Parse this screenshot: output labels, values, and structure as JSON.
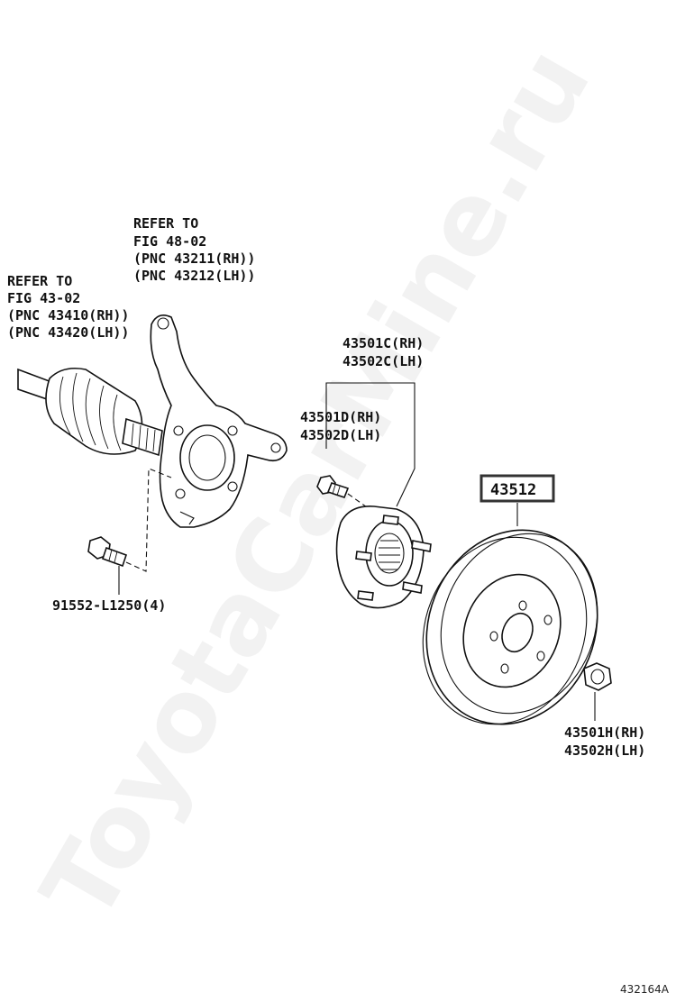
{
  "watermark": "ToyotaCarMine.ru",
  "labels": {
    "refer_48_line1": "REFER TO",
    "refer_48_line2": "FIG 48-02",
    "refer_48_line3": "(PNC 43211(RH))",
    "refer_48_line4": "(PNC 43212(LH))",
    "refer_43_line1": "REFER TO",
    "refer_43_line2": "FIG 43-02",
    "refer_43_line3": "(PNC 43410(RH))",
    "refer_43_line4": "(PNC 43420(LH))",
    "hub_rh": "43501C(RH)",
    "hub_lh": "43502C(LH)",
    "bolt_rh": "43501D(RH)",
    "bolt_lh": "43502D(LH)",
    "disc": "43512",
    "knuckle_bolt": "91552-L1250(4)",
    "nut_rh": "43501H(RH)",
    "nut_lh": "43502H(LH)",
    "figure_id": "432164A"
  },
  "colors": {
    "line": "#111111",
    "watermark": "#d9d9d9",
    "highlight_box": "#333333"
  }
}
